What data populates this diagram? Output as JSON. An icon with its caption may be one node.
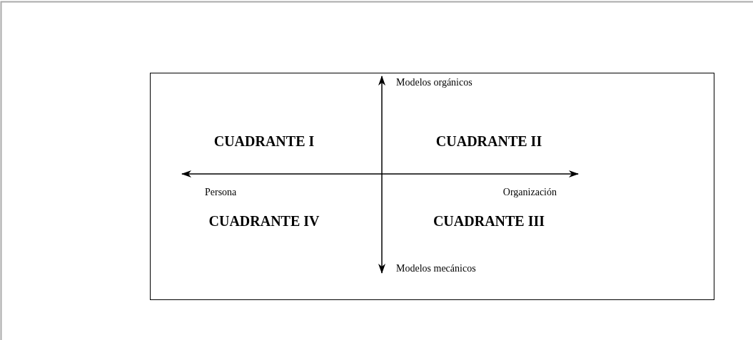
{
  "diagram": {
    "labels": [
      "Modelos orgánicos",
      "CUADRANTE I",
      "CUADRANTE II",
      "Persona",
      "Organización",
      "CUADRANTE IV",
      "CUADRANTE III",
      "Modelos mecánicos"
    ]
  }
}
